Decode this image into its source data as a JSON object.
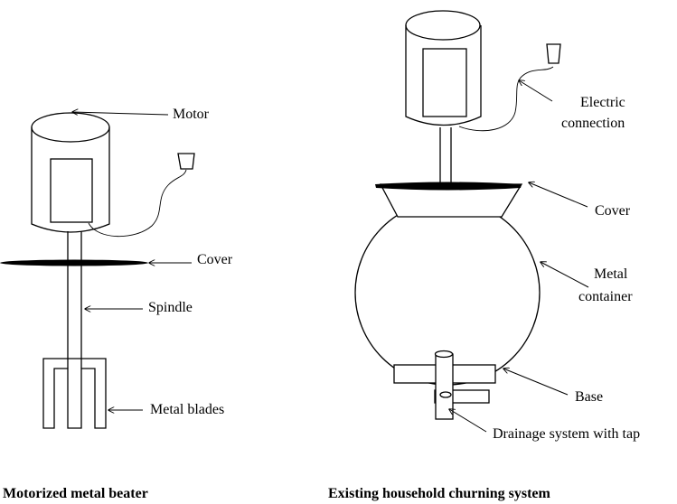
{
  "left": {
    "labels": {
      "motor": "Motor",
      "cover": "Cover",
      "spindle": "Spindle",
      "blades": "Metal blades"
    },
    "caption": "Motorized metal beater"
  },
  "right": {
    "labels": {
      "electric_line1": "Electric",
      "electric_line2": "connection",
      "cover": "Cover",
      "container_line1": "Metal",
      "container_line2": "container",
      "base": "Base",
      "drainage": "Drainage system with tap"
    },
    "caption": "Existing household churning system"
  }
}
